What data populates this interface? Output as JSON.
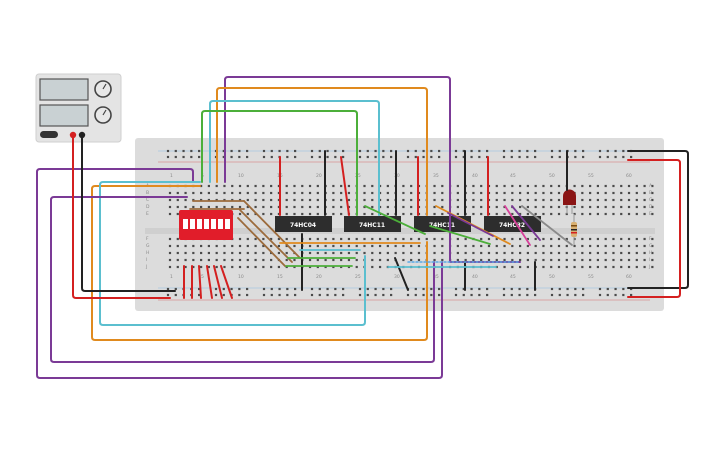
{
  "breadboard": {
    "column_numbers": [
      "1",
      "5",
      "10",
      "15",
      "20",
      "25",
      "30",
      "35",
      "40",
      "45",
      "50",
      "55",
      "60"
    ],
    "row_letters_top": [
      "A",
      "B",
      "C",
      "D",
      "E"
    ],
    "row_letters_bottom": [
      "F",
      "G",
      "H",
      "I",
      "J"
    ]
  },
  "chips": [
    {
      "label": "74HC04"
    },
    {
      "label": "74HC11"
    },
    {
      "label": "74HC11"
    },
    {
      "label": "74HC32"
    }
  ],
  "power_supply": {
    "label_a": "",
    "label_b": ""
  },
  "colors": {
    "purple": "#7b3a96",
    "orange": "#e08a1e",
    "cyan": "#5bbfcf",
    "green": "#4caf3a",
    "red": "#d42020",
    "black": "#222222",
    "brown": "#9c6b3c",
    "pink": "#d8409a",
    "gray": "#8a8a8a",
    "blue": "#5aa9e6"
  }
}
